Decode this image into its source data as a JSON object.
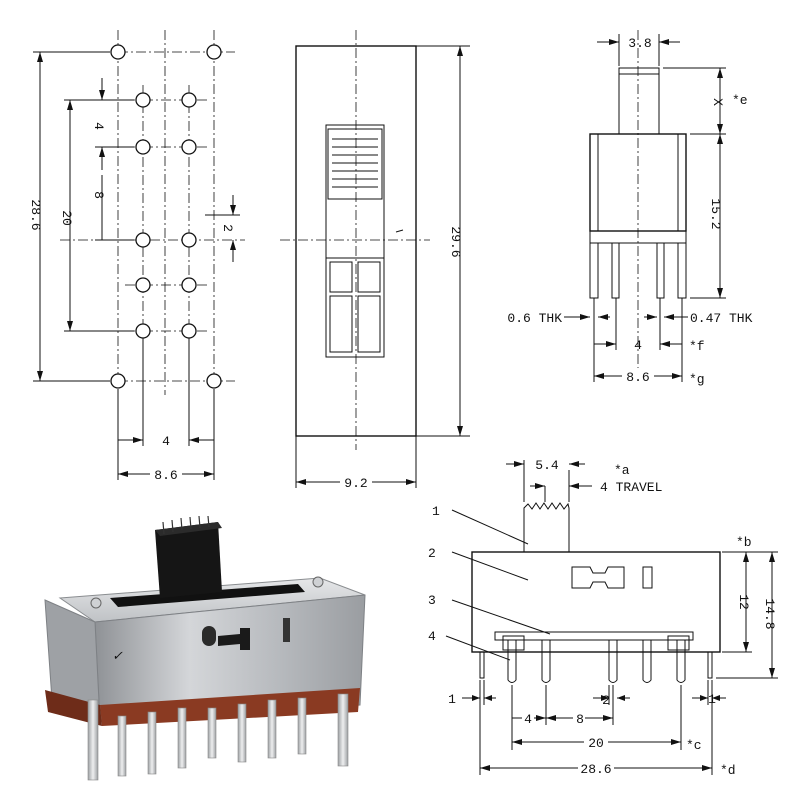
{
  "labels": {
    "left_view": {
      "overall_height": "28.6",
      "hole_span": "20",
      "pitch_8": "8",
      "pitch_4": "4",
      "offset_2": "2",
      "inner_width": "4",
      "outer_width": "8.6"
    },
    "front_view": {
      "height": "29.6",
      "width": "9.2"
    },
    "side_view": {
      "knob_width": "3.8",
      "knob_height": "X",
      "knob_height_note": "*e",
      "body_height": "15.2",
      "thk_left": "0.6 THK",
      "thk_right": "0.47 THK",
      "pin_spacing": "4",
      "pin_spacing_note": "*f",
      "outer_width": "8.6",
      "outer_width_note": "*g"
    },
    "bottom_view": {
      "knob_width": "5.4",
      "travel_note": "*a",
      "travel": "4 TRAVEL",
      "height_12": "12",
      "height_14_8": "14.8",
      "height_note": "*b",
      "callout_1": "1",
      "callout_2": "2",
      "callout_3": "3",
      "callout_4": "4",
      "dim_1_left": "1",
      "dim_2": "2",
      "dim_1_right": "1",
      "dim_4": "4",
      "dim_8": "8",
      "dim_20": "20",
      "dim_20_note": "*c",
      "dim_28_6": "28.6",
      "dim_28_6_note": "*d"
    }
  },
  "photo": {
    "description_icon": "slide-switch-photo",
    "body_color": "#b9bcc0",
    "knob_color": "#151515",
    "base_color": "#8a3a22"
  }
}
